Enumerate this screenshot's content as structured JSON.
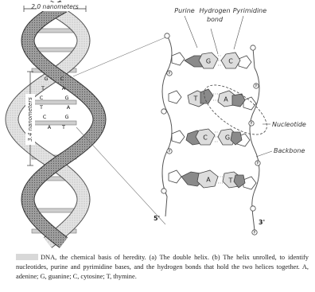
{
  "scale_labels": {
    "width": "2.0 nanometers",
    "pitch": "3.4 nanometers"
  },
  "callouts": {
    "purine": "Purine",
    "hydrogen_bond": "Hydrogen bond",
    "hydrogen_bond_line1": "Hydrogen",
    "hydrogen_bond_line2": "bond",
    "pyrimidine": "Pyrimidine",
    "nucleotide": "Nucleotide",
    "backbone": "Backbone"
  },
  "strand_ends": {
    "left_bottom": "5'",
    "right_bottom": "3'"
  },
  "helix_pairs": [
    [
      "G",
      "C"
    ],
    [
      "T",
      "A"
    ],
    [
      "C",
      "G"
    ],
    [
      "T",
      "A"
    ],
    [
      "C",
      "G"
    ],
    [
      "A",
      "T"
    ]
  ],
  "ladder_rungs": [
    {
      "left": "G",
      "right": "C"
    },
    {
      "left": "T",
      "right": "A"
    },
    {
      "left": "C",
      "right": "G"
    },
    {
      "left": "A",
      "right": "T"
    }
  ],
  "phosphate_symbol": "P",
  "caption": "DNA, the chemical basis of heredity. (a) The double helix. (b) The helix unrolled, to identify nucleotides, purine and pyrimidine bases, and the hydrogen bonds that hold the two helices together. A, adenine; G, guanine; C, cytosine; T, thymine."
}
